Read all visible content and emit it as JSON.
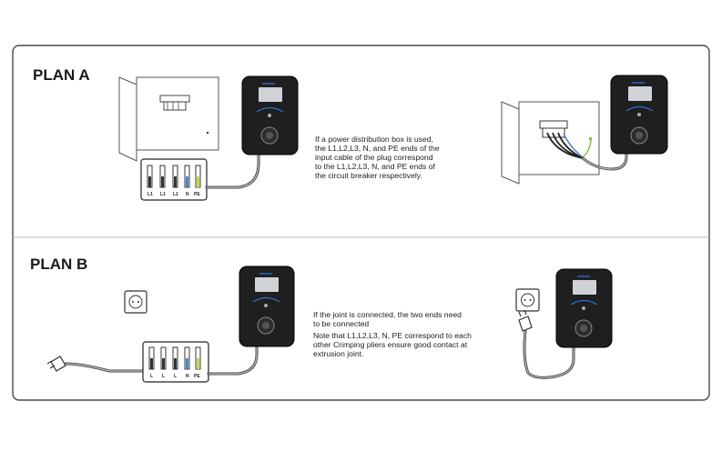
{
  "plans": [
    {
      "title": "PLAN A",
      "description": [
        "If a power distribution box is used,",
        "the L1,L2,L3, N, and PE ends of the",
        "input cable of the plug correspond",
        "to the L1,L2,L3, N, and PE ends of",
        "the circuit breaker respectively."
      ],
      "terminals": [
        "L1",
        "L1",
        "L1",
        "N",
        "PE"
      ]
    },
    {
      "title": "PLAN B",
      "description": [
        "If the joint is connected, the two ends need",
        "to be connected",
        "Note that L1,L2,L3, N, PE correspond to each",
        "other Crimping pliers ensure good contact at",
        "extrusion joint."
      ],
      "terminals": [
        "L",
        "L",
        "L",
        "N",
        "PE"
      ]
    }
  ],
  "colors": {
    "frame": "#4a4a4a",
    "charger": "#1f1f1f",
    "accent_blue": "#2f6fd6",
    "wire_n": "#4a86c9",
    "wire_pe": "#c8d94a"
  }
}
